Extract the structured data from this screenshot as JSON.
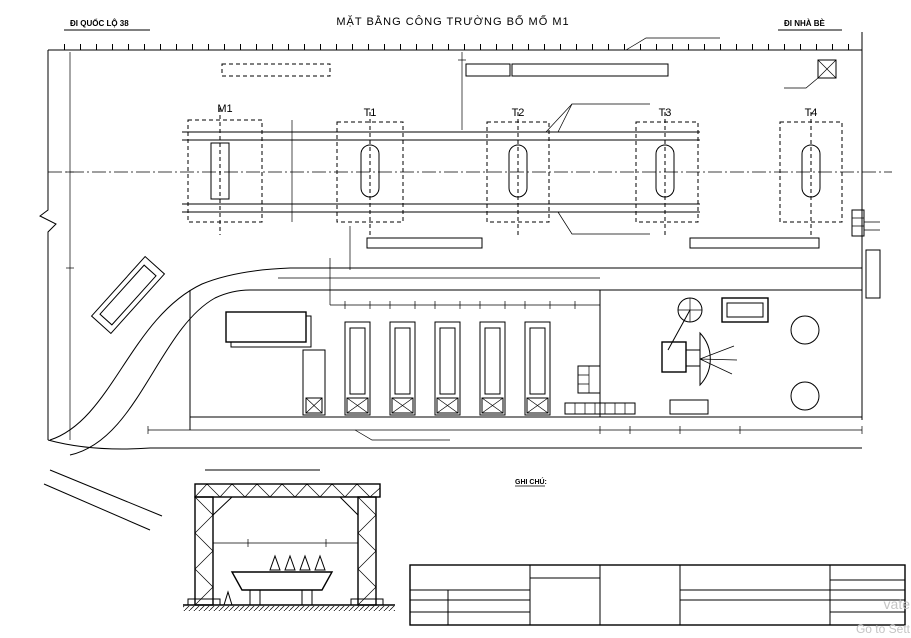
{
  "drawing": {
    "title": "MẶT BẰNG CÔNG TRƯỜNG BỐ MỐ M1",
    "left_direction": "ĐI QUỐC LỘ 38",
    "right_direction": "ĐI NHÀ BÈ",
    "piers": [
      "M1",
      "T1",
      "T2",
      "T3",
      "T4"
    ],
    "notes_heading": "GHI CHÚ:"
  },
  "watermark": {
    "line1": "vate",
    "line2": "Go to Sett"
  }
}
